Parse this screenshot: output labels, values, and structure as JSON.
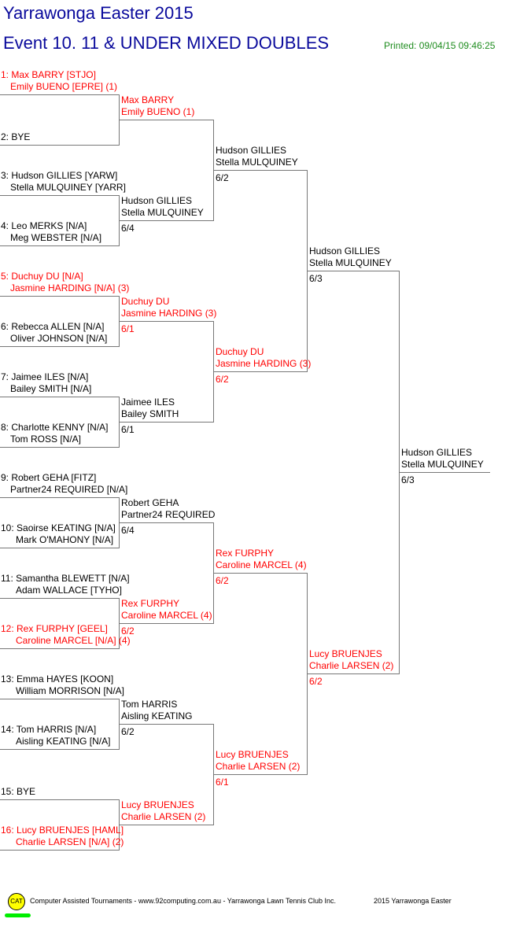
{
  "header": {
    "title": "Yarrawonga Easter 2015",
    "event": "Event 10. 11 & UNDER MIXED DOUBLES",
    "printed": "Printed: 09/04/15 09:46:25"
  },
  "colors": {
    "title": "#0a0a9c",
    "seeded": "#ff0000",
    "printed": "#1e8c1e"
  },
  "draw": {
    "round1": [
      {
        "line1": "1: Max BARRY [STJO]",
        "line2": "Emily BUENO [EPRE] (1)",
        "seeded": true
      },
      {
        "line1": "2: BYE",
        "line2": "",
        "seeded": false
      },
      {
        "line1": "3: Hudson GILLIES [YARW]",
        "line2": "Stella MULQUINEY [YARR]",
        "seeded": false
      },
      {
        "line1": "4: Leo MERKS [N/A]",
        "line2": "Meg WEBSTER [N/A]",
        "seeded": false
      },
      {
        "line1": "5: Duchuy DU [N/A]",
        "line2": "Jasmine HARDING [N/A] (3)",
        "seeded": true
      },
      {
        "line1": "6: Rebecca ALLEN [N/A]",
        "line2": "Oliver JOHNSON [N/A]",
        "seeded": false
      },
      {
        "line1": "7: Jaimee ILES [N/A]",
        "line2": "Bailey SMITH [N/A]",
        "seeded": false
      },
      {
        "line1": "8: Charlotte KENNY [N/A]",
        "line2": "Tom ROSS [N/A]",
        "seeded": false
      },
      {
        "line1": "9: Robert GEHA [FITZ]",
        "line2": "Partner24 REQUIRED [N/A]",
        "seeded": false
      },
      {
        "line1": "10: Saoirse KEATING [N/A]",
        "line2": "Mark O'MAHONY [N/A]",
        "seeded": false
      },
      {
        "line1": "11: Samantha BLEWETT [N/A]",
        "line2": "Adam WALLACE [TYHO]",
        "seeded": false
      },
      {
        "line1": "12: Rex FURPHY [GEEL]",
        "line2": "Caroline MARCEL [N/A] (4)",
        "seeded": true
      },
      {
        "line1": "13: Emma HAYES [KOON]",
        "line2": "William MORRISON [N/A]",
        "seeded": false
      },
      {
        "line1": "14: Tom HARRIS [N/A]",
        "line2": "Aisling KEATING [N/A]",
        "seeded": false
      },
      {
        "line1": "15: BYE",
        "line2": "",
        "seeded": false
      },
      {
        "line1": "16: Lucy BRUENJES [HAML]",
        "line2": "Charlie LARSEN [N/A] (2)",
        "seeded": true
      }
    ],
    "round2": [
      {
        "line1": "Max BARRY",
        "line2": "Emily BUENO (1)",
        "score": "",
        "seeded": true
      },
      {
        "line1": "Hudson GILLIES",
        "line2": "Stella MULQUINEY",
        "score": "6/4",
        "seeded": false
      },
      {
        "line1": "Duchuy DU",
        "line2": "Jasmine HARDING (3)",
        "score": "6/1",
        "seeded": true
      },
      {
        "line1": "Jaimee ILES",
        "line2": "Bailey SMITH",
        "score": "6/1",
        "seeded": false
      },
      {
        "line1": "Robert GEHA",
        "line2": "Partner24 REQUIRED",
        "score": "6/4",
        "seeded": false
      },
      {
        "line1": "Rex FURPHY",
        "line2": "Caroline MARCEL (4)",
        "score": "6/2",
        "seeded": true
      },
      {
        "line1": "Tom HARRIS",
        "line2": "Aisling KEATING",
        "score": "6/2",
        "seeded": false
      },
      {
        "line1": "Lucy BRUENJES",
        "line2": "Charlie LARSEN (2)",
        "score": "",
        "seeded": true
      }
    ],
    "round3": [
      {
        "line1": "Hudson GILLIES",
        "line2": "Stella MULQUINEY",
        "score": "6/2",
        "seeded": false
      },
      {
        "line1": "Duchuy DU",
        "line2": "Jasmine HARDING (3)",
        "score": "6/2",
        "seeded": true
      },
      {
        "line1": "Rex FURPHY",
        "line2": "Caroline MARCEL (4)",
        "score": "6/2",
        "seeded": true
      },
      {
        "line1": "Lucy BRUENJES",
        "line2": "Charlie LARSEN (2)",
        "score": "6/1",
        "seeded": true
      }
    ],
    "round4": [
      {
        "line1": "Hudson GILLIES",
        "line2": "Stella MULQUINEY",
        "score": "6/3",
        "seeded": false
      },
      {
        "line1": "Lucy BRUENJES",
        "line2": "Charlie LARSEN (2)",
        "score": "6/2",
        "seeded": true
      }
    ],
    "winner": [
      {
        "line1": "Hudson GILLIES",
        "line2": "Stella MULQUINEY",
        "score": "6/3",
        "seeded": false
      }
    ]
  },
  "footer": {
    "logo": "CAT",
    "credit": "Computer Assisted Tournaments - www.92computing.com.au -  Yarrawonga Lawn Tennis Club Inc.",
    "tournament": "2015 Yarrawonga Easter"
  }
}
